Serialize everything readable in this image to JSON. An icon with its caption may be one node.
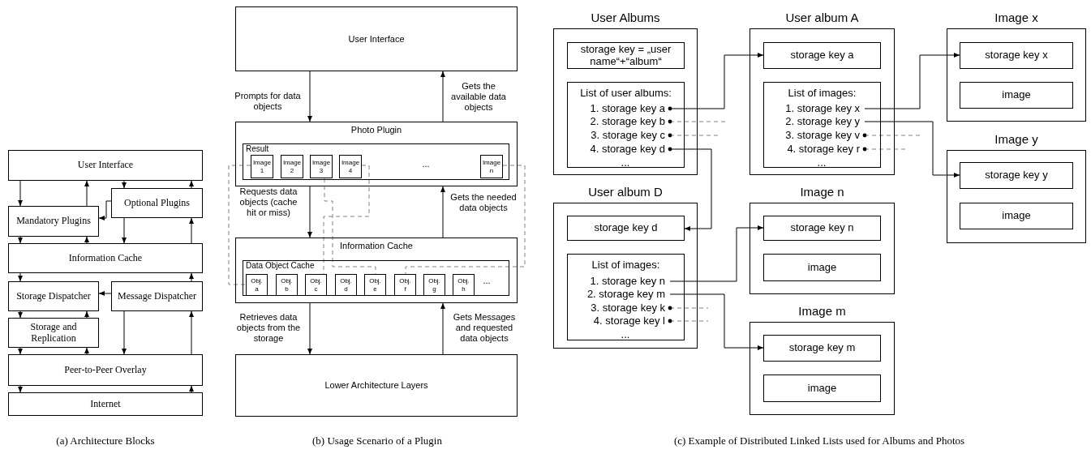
{
  "diagram": {
    "nodes": [
      {
        "text": [
          "User Interface"
        ]
      },
      {
        "text": [
          "Optional Plugins"
        ]
      },
      {
        "text": [
          "Mandatory Plugins"
        ]
      },
      {
        "text": [
          "Information Cache"
        ]
      },
      {
        "text": [
          "Storage Dispatcher"
        ]
      },
      {
        "text": [
          "Message Dispatcher"
        ]
      },
      {
        "text": [
          "Storage and Replication"
        ]
      },
      {
        "text": [
          "Peer-to-Peer Overlay"
        ]
      },
      {
        "text": [
          "Internet"
        ]
      },
      {
        "text": [
          "User Interface"
        ]
      },
      {
        "text": [
          "Photo Plugin"
        ]
      },
      {
        "text": [
          "Result",
          "..."
        ],
        "in": 10
      },
      {
        "text": [
          "Image 1"
        ],
        "in": 11
      },
      {
        "text": [
          "Image 2"
        ],
        "in": 11
      },
      {
        "text": [
          "Image 3"
        ],
        "in": 11
      },
      {
        "text": [
          "Image 4"
        ],
        "in": 11
      },
      {
        "text": [
          "Image n"
        ],
        "in": 11
      },
      {
        "text": [
          "Information Cache"
        ]
      },
      {
        "text": [
          "Data Object Cache",
          "..."
        ],
        "in": 17
      },
      {
        "text": [
          "Obj. a"
        ],
        "in": 18
      },
      {
        "text": [
          "Obj. b"
        ],
        "in": 18
      },
      {
        "text": [
          "Obj. c"
        ],
        "in": 18
      },
      {
        "text": [
          "Obj. d"
        ],
        "in": 18
      },
      {
        "text": [
          "Obj. e"
        ],
        "in": 18
      },
      {
        "text": [
          "Obj. f"
        ],
        "in": 18
      },
      {
        "text": [
          "Obj. g"
        ],
        "in": 18
      },
      {
        "text": [
          "Obj. h"
        ],
        "in": 18
      },
      {
        "text": [
          "Lower Architecture Layers"
        ]
      },
      {
        "text": [
          "User Albums"
        ]
      },
      {
        "text": [
          "storage key = „user name“+“album“"
        ],
        "in": 28
      },
      {
        "text": [
          "List of user albums:",
          "..."
        ],
        "in": 28
      },
      {
        "text": [
          "1. storage key a"
        ],
        "in": 30
      },
      {
        "text": [
          "2. storage key b"
        ],
        "in": 30
      },
      {
        "text": [
          "3. storage key c"
        ],
        "in": 30
      },
      {
        "text": [
          "4. storage key d"
        ],
        "in": 30
      },
      {
        "text": [
          "User album A"
        ]
      },
      {
        "text": [
          "storage key a"
        ],
        "in": 35
      },
      {
        "text": [
          "List of images:",
          "..."
        ],
        "in": 35
      },
      {
        "text": [
          "1. storage key x"
        ],
        "in": 37
      },
      {
        "text": [
          "2. storage key y"
        ],
        "in": 37
      },
      {
        "text": [
          "3. storage key v"
        ],
        "in": 37
      },
      {
        "text": [
          "4. storage key r"
        ],
        "in": 37
      },
      {
        "text": [
          "Image x"
        ]
      },
      {
        "text": [
          "storage key x"
        ],
        "in": 42
      },
      {
        "text": [
          "image"
        ],
        "in": 42
      },
      {
        "text": [
          "Image y"
        ]
      },
      {
        "text": [
          "storage key y"
        ],
        "in": 45
      },
      {
        "text": [
          "image"
        ],
        "in": 45
      },
      {
        "text": [
          "User album D"
        ]
      },
      {
        "text": [
          "storage key d"
        ],
        "in": 48
      },
      {
        "text": [
          "List of images:",
          "..."
        ],
        "in": 48
      },
      {
        "text": [
          "1. storage key n"
        ],
        "in": 50
      },
      {
        "text": [
          "2. storage key m"
        ],
        "in": 50
      },
      {
        "text": [
          "3. storage key k"
        ],
        "in": 50
      },
      {
        "text": [
          "4. storage key l"
        ],
        "in": 50
      },
      {
        "text": [
          "Image n"
        ]
      },
      {
        "text": [
          "storage key n"
        ],
        "in": 55
      },
      {
        "text": [
          "image"
        ],
        "in": 55
      },
      {
        "text": [
          "Image m"
        ]
      },
      {
        "text": [
          "storage key m"
        ],
        "in": 58
      },
      {
        "text": [
          "image"
        ],
        "in": 58
      }
    ],
    "edges": [
      {
        "from": 0,
        "to": 2,
        "arrow": "to"
      },
      {
        "from": 2,
        "to": 0,
        "arrow": "to"
      },
      {
        "from": 0,
        "to": 1,
        "arrow": "to"
      },
      {
        "from": 1,
        "to": 0,
        "arrow": "to"
      },
      {
        "from": 1,
        "to": 2,
        "arrow": "to"
      },
      {
        "from": 2,
        "to": 3,
        "arrow": "to"
      },
      {
        "from": 3,
        "to": 2,
        "arrow": "to"
      },
      {
        "from": 1,
        "to": 3,
        "arrow": "to"
      },
      {
        "from": 3,
        "to": 1,
        "arrow": "to"
      },
      {
        "from": 3,
        "to": 4,
        "arrow": "to"
      },
      {
        "from": 5,
        "to": 3,
        "arrow": "to"
      },
      {
        "from": 5,
        "to": 4,
        "arrow": "to"
      },
      {
        "from": 4,
        "to": 6,
        "arrow": "to"
      },
      {
        "from": 6,
        "to": 4,
        "arrow": "to"
      },
      {
        "from": 6,
        "to": 7,
        "arrow": "to"
      },
      {
        "from": 7,
        "to": 6,
        "arrow": "to"
      },
      {
        "from": 5,
        "to": 7,
        "arrow": "to"
      },
      {
        "from": 7,
        "to": 5,
        "arrow": "to"
      },
      {
        "from": 7,
        "to": 8,
        "arrow": "to"
      },
      {
        "from": 8,
        "to": 7,
        "arrow": "to"
      },
      {
        "from": 9,
        "to": 10,
        "arrow": "to",
        "label": "Prompts for data objects"
      },
      {
        "from": 10,
        "to": 9,
        "arrow": "to",
        "label": "Gets the available data objects"
      },
      {
        "from": 10,
        "to": 17,
        "arrow": "to",
        "label": "Requests data objects (cache hit or miss)"
      },
      {
        "from": 17,
        "to": 10,
        "arrow": "to",
        "label": "Gets the needed data objects"
      },
      {
        "from": 17,
        "to": 27,
        "arrow": "to",
        "label": "Retrieves data objects from the storage"
      },
      {
        "from": 27,
        "to": 17,
        "arrow": "to",
        "label": "Gets Messages and requested data objects"
      },
      {
        "from": 12,
        "to": 19,
        "arrow": "none",
        "style": "dashed",
        "color": "#808080"
      },
      {
        "from": 14,
        "to": 23,
        "arrow": "none",
        "style": "dashed",
        "color": "#808080"
      },
      {
        "from": 15,
        "to": 21,
        "arrow": "none",
        "style": "dashed",
        "color": "#808080"
      },
      {
        "from": 16,
        "to": 24,
        "arrow": "none",
        "style": "dashed",
        "color": "#808080"
      },
      {
        "from": 31,
        "to": 36,
        "arrow": "to"
      },
      {
        "from": 32,
        "to": null,
        "arrow": "other",
        "style": "dashed",
        "color": "#808080"
      },
      {
        "from": 33,
        "to": null,
        "arrow": "other",
        "style": "dashed",
        "color": "#808080"
      },
      {
        "from": 34,
        "to": 49,
        "arrow": "to"
      },
      {
        "from": 38,
        "to": 43,
        "arrow": "to"
      },
      {
        "from": 39,
        "to": 46,
        "arrow": "to"
      },
      {
        "from": 40,
        "to": null,
        "arrow": "other",
        "style": "dashed",
        "color": "#808080"
      },
      {
        "from": 41,
        "to": null,
        "arrow": "other",
        "style": "dashed",
        "color": "#808080"
      },
      {
        "from": 51,
        "to": 56,
        "arrow": "to"
      },
      {
        "from": 52,
        "to": 59,
        "arrow": "to"
      },
      {
        "from": 53,
        "to": null,
        "arrow": "other",
        "style": "dashed",
        "color": "#808080"
      },
      {
        "from": 54,
        "to": null,
        "arrow": "other",
        "style": "dashed",
        "color": "#808080"
      }
    ],
    "labels": [
      "(a) Architecture Blocks",
      "(b) Usage Scenario of a Plugin",
      "(c) Example of Distributed Linked Lists used for Albums and Photos"
    ]
  }
}
